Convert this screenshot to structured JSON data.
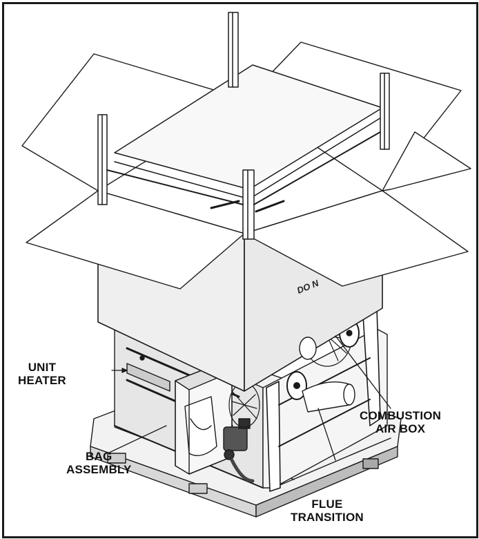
{
  "labels": {
    "unit_heater": [
      "UNIT",
      "HEATER"
    ],
    "bag_assembly": [
      "BAG",
      "ASSEMBLY"
    ],
    "combustion_air_box": [
      "COMBUSTION",
      "AIR BOX"
    ],
    "flue_transition": [
      "FLUE",
      "TRANSITION"
    ]
  },
  "box_stencil": "DO N",
  "colors": {
    "line": "#1a1a1a",
    "paper": "#ffffff",
    "box_face": "#ededed",
    "unit_face": "#e4e4e4",
    "dark": "#3a3a3a"
  }
}
